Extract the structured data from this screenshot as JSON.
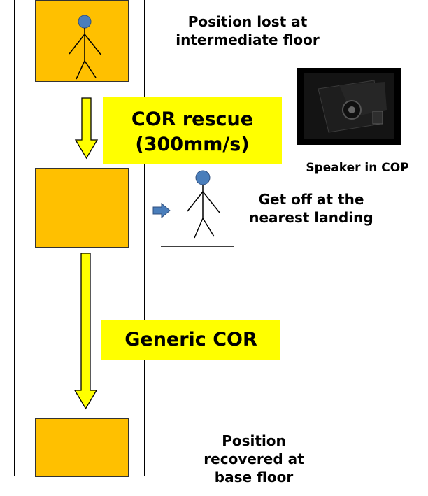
{
  "labels": {
    "position_lost": "Position lost at\nintermediate floor",
    "cor_rescue": "COR rescue\n(300mm/s)",
    "speaker_caption": "Speaker in COP",
    "get_off": "Get off at the\nnearest landing",
    "generic_cor": "Generic COR",
    "position_recovered": "Position\nrecovered at\nbase floor"
  },
  "colors": {
    "car_fill": "#FFC000",
    "arrow_fill": "#FFFF00",
    "label_highlight": "#FFFF00",
    "person_head": "#4A7EBB",
    "small_arrow": "#4A7EBB"
  }
}
